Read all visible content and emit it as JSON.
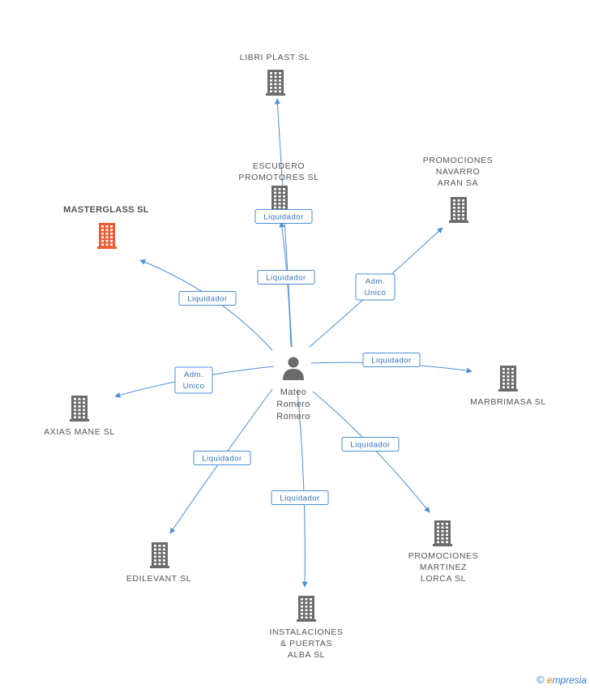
{
  "center": {
    "name_lines": [
      "Mateo",
      "Romero",
      "Romero"
    ],
    "icon": "person-icon"
  },
  "colors": {
    "edge": "#4a8fd8",
    "building": "#6b6b6b",
    "highlight": "#f05a30"
  },
  "nodes": [
    {
      "id": "libri",
      "lines": [
        "LIBRI PLAST SL"
      ],
      "role": "Liquidador",
      "highlight": false
    },
    {
      "id": "escudero",
      "lines": [
        "ESCUDERO",
        "PROMOTORES SL"
      ],
      "role": "Liquidador",
      "highlight": false
    },
    {
      "id": "navarro",
      "lines": [
        "PROMOCIONES",
        "NAVARRO",
        "ARAN SA"
      ],
      "role": "Adm. Unico",
      "highlight": false
    },
    {
      "id": "masterglass",
      "lines": [
        "MASTERGLASS SL"
      ],
      "role": "Liquidador",
      "highlight": true
    },
    {
      "id": "marbrimasa",
      "lines": [
        "MARBRIMASA SL"
      ],
      "role": "Liquidador",
      "highlight": false
    },
    {
      "id": "axias",
      "lines": [
        "AXIAS MANE SL"
      ],
      "role": "Adm. Unico",
      "highlight": false
    },
    {
      "id": "martinez",
      "lines": [
        "PROMOCIONES",
        "MARTINEZ",
        "LORCA SL"
      ],
      "role": "Liquidador",
      "highlight": false
    },
    {
      "id": "edilevant",
      "lines": [
        "EDILEVANT SL"
      ],
      "role": "Liquidador",
      "highlight": false
    },
    {
      "id": "instalaciones",
      "lines": [
        "INSTALACIONES",
        "& PUERTAS",
        "ALBA SL"
      ],
      "role": "Liquidador",
      "highlight": false
    }
  ],
  "footer": {
    "copyright": "©",
    "brand_initial": "e",
    "brand_rest": "mpresia"
  }
}
